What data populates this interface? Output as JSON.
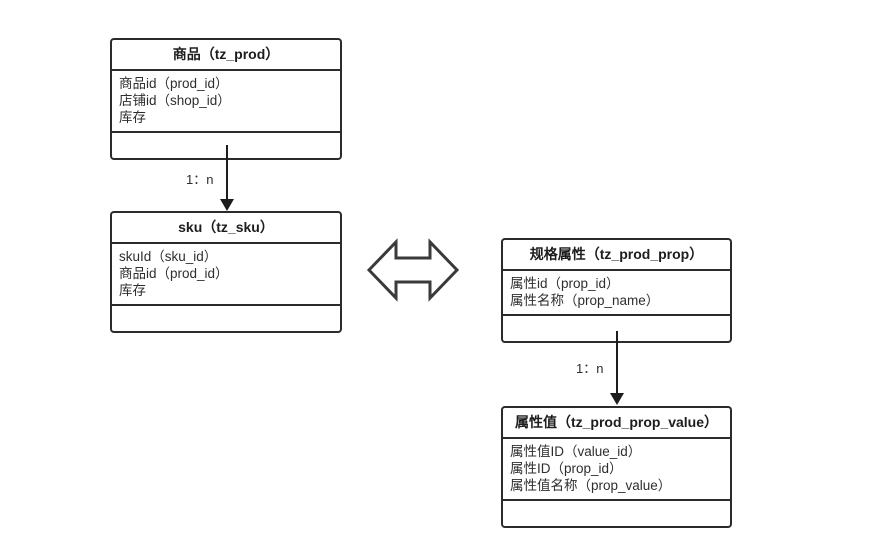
{
  "diagram": {
    "type": "entity-relationship-diagram",
    "background_color": "#ffffff",
    "line_color": "#2b2b2b",
    "text_color": "#2e2e2e"
  },
  "entities": [
    {
      "id": "tz_prod",
      "title": "商品（tz_prod）",
      "attributes": [
        "商品id（prod_id）",
        "店铺id（shop_id）",
        "库存"
      ]
    },
    {
      "id": "tz_sku",
      "title": "sku（tz_sku）",
      "attributes": [
        "skuId（sku_id）",
        "商品id（prod_id）",
        "库存"
      ]
    },
    {
      "id": "tz_prod_prop",
      "title": "规格属性（tz_prod_prop）",
      "attributes": [
        "属性id（prop_id）",
        "属性名称（prop_name）"
      ]
    },
    {
      "id": "tz_prod_prop_value",
      "title": "属性值（tz_prod_prop_value）",
      "attributes": [
        "属性值ID（value_id）",
        "属性ID（prop_id）",
        "属性值名称（prop_value）"
      ]
    }
  ],
  "relationships": [
    {
      "id": "prod-to-sku",
      "from": "tz_prod",
      "to": "tz_sku",
      "label": "1：n"
    },
    {
      "id": "prop-to-prop-value",
      "from": "tz_prod_prop",
      "to": "tz_prod_prop_value",
      "label": "1：n"
    }
  ],
  "connector": {
    "id": "sku-prop-link",
    "icon": "double-headed-arrow-icon",
    "direction": "bidirectional"
  }
}
